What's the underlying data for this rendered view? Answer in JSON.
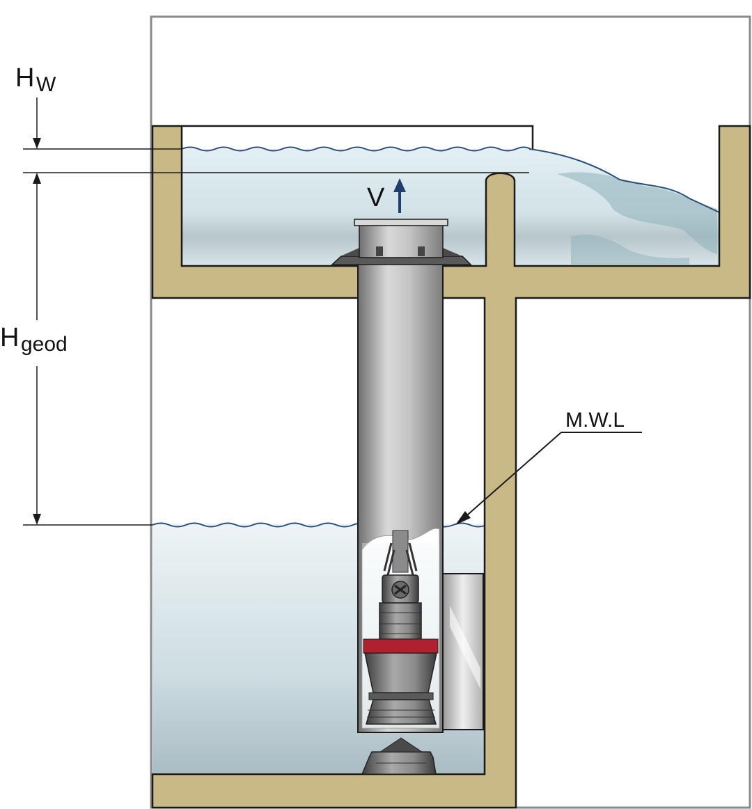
{
  "labels": {
    "hw_main": "H",
    "hw_sub": "W",
    "hgeod_main": "H",
    "hgeod_sub": "geod",
    "velocity": "V",
    "mwl": "M.W.L"
  },
  "colors": {
    "concrete": "#c8b987",
    "concrete_outline": "#1a1a1a",
    "water_top": "#e6f0f3",
    "water_bottom": "#b4c6cc",
    "pipe_light": "#cfcfcf",
    "pipe_dark": "#7a7a7a",
    "pump_band": "#b0202e",
    "arrow_blue": "#1f3f6e",
    "wave_line": "#2a4f7a"
  },
  "icons": {
    "velocity_arrow": "up-arrow-icon",
    "pump": "submersible-pump-icon",
    "impeller": "impeller-icon"
  }
}
